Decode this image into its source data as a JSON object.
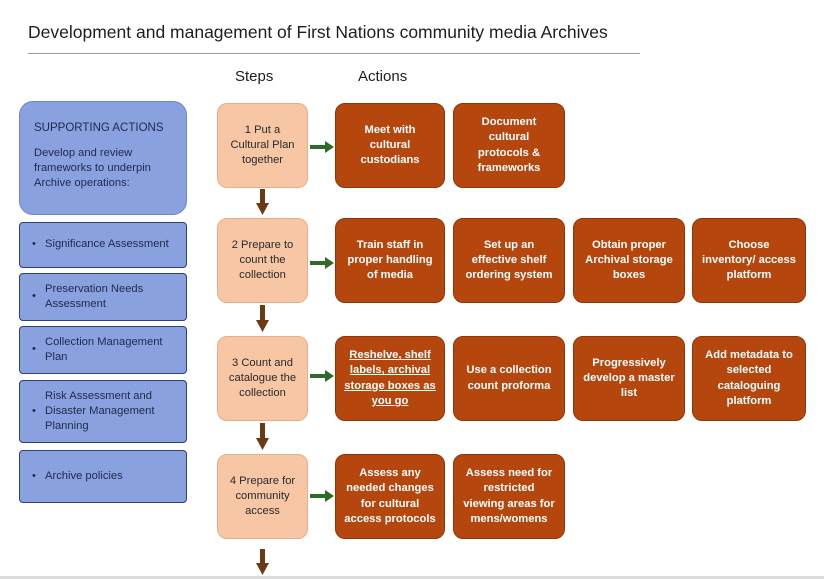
{
  "title": "Development and management of First Nations community media Archives",
  "headers": {
    "steps": "Steps",
    "actions": "Actions"
  },
  "supporting": {
    "title": "SUPPORTING ACTIONS",
    "description": "Develop and review frameworks to underpin Archive operations:",
    "items": [
      "Significance Assessment",
      "Preservation Needs Assessment",
      "Collection Management Plan",
      "Risk Assessment and Disaster Management Planning",
      "Archive policies"
    ]
  },
  "bullet": "•",
  "steps": [
    {
      "label": "1 Put a Cultural Plan together",
      "actions": [
        "Meet with cultural custodians",
        "Document cultural protocols & frameworks"
      ]
    },
    {
      "label": "2 Prepare to count the collection",
      "actions": [
        "Train staff in proper handling of media",
        "Set up an effective shelf ordering system",
        "Obtain proper Archival storage boxes",
        "Choose inventory/ access platform"
      ]
    },
    {
      "label": "3 Count and catalogue the collection",
      "actions": [
        "Reshelve, shelf labels, archival storage boxes as you go",
        "Use a collection count proforma",
        "Progressively develop a master list",
        "Add metadata to selected cataloguing platform"
      ]
    },
    {
      "label": "4 Prepare for community access",
      "actions": [
        "Assess any needed changes for cultural access protocols",
        "Assess need for restricted viewing areas for mens/womens"
      ]
    }
  ],
  "colors": {
    "support_fill": "#8aa1df",
    "step_fill": "#f6c6a5",
    "action_fill": "#b5470e",
    "down_arrow": "#6b3a12",
    "right_arrow": "#2e6b2a"
  }
}
